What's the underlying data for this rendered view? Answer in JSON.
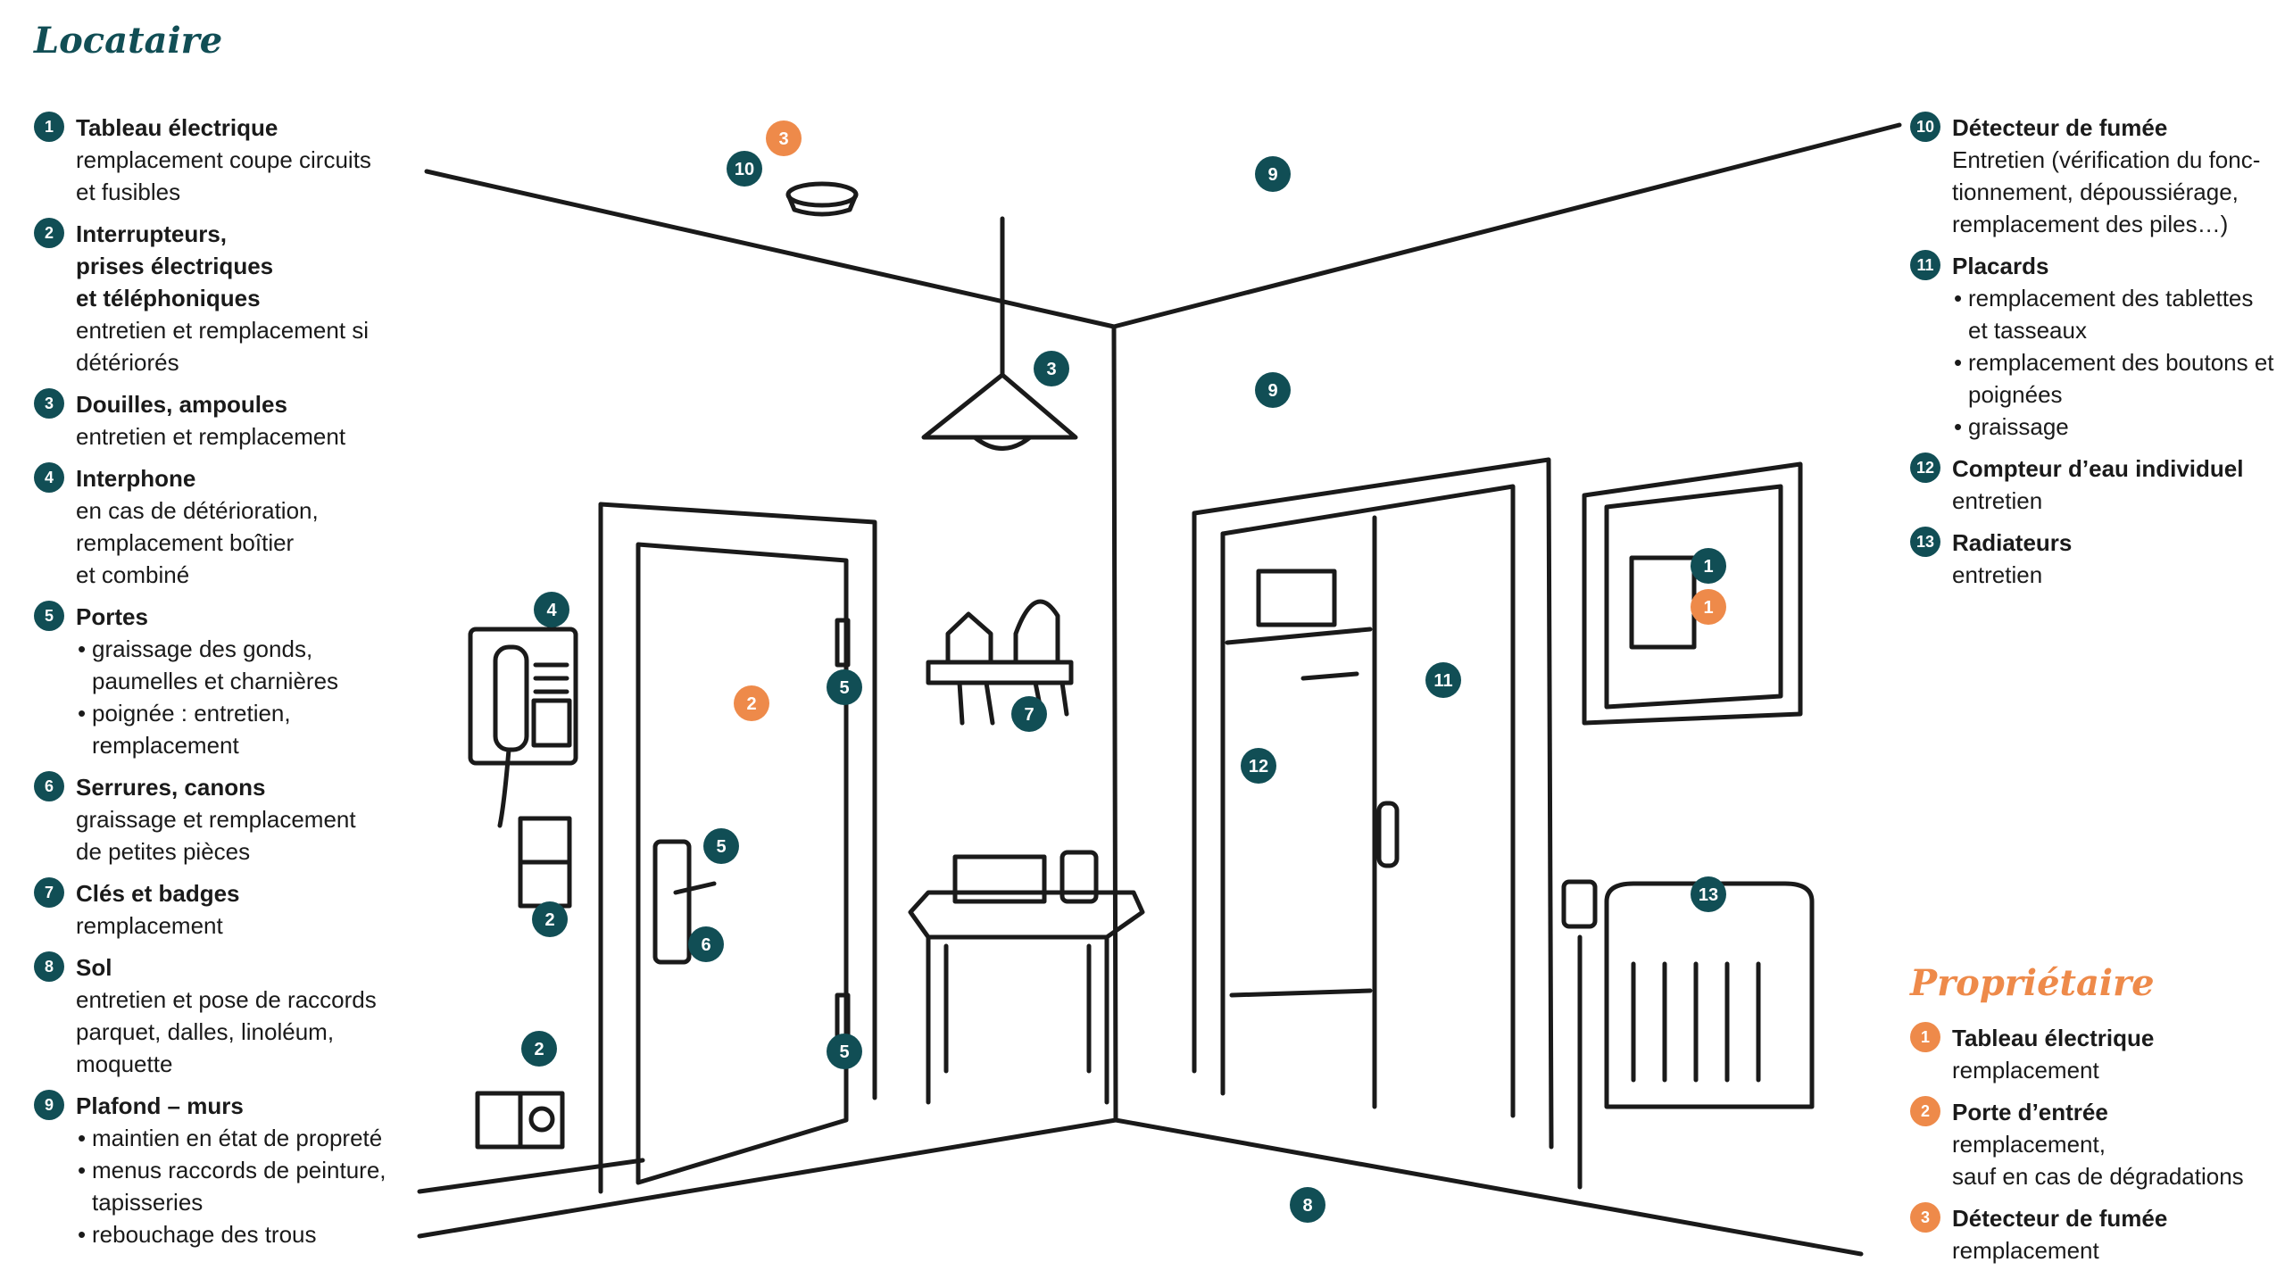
{
  "colors": {
    "teal": "#114e55",
    "orange": "#ee8a4a",
    "line": "#1a1a1a"
  },
  "locataire": {
    "title": "Locataire",
    "left_items": [
      {
        "num": "1",
        "title": "Tableau électrique",
        "desc": "remplacement coupe circuits\net fusibles"
      },
      {
        "num": "2",
        "title": "Interrupteurs,\nprises électriques\net téléphoniques",
        "desc": "entretien et remplacement si\ndétériorés"
      },
      {
        "num": "3",
        "title": "Douilles, ampoules",
        "desc": "entretien et remplacement"
      },
      {
        "num": "4",
        "title": "Interphone",
        "desc": "en cas de détérioration,\nremplacement boîtier\net combiné"
      },
      {
        "num": "5",
        "title": "Portes",
        "bullets": [
          "graissage des gonds,\npaumelles et charnières",
          "poignée : entretien,\nremplacement"
        ]
      },
      {
        "num": "6",
        "title": "Serrures, canons",
        "desc": "graissage et remplacement\nde petites pièces"
      },
      {
        "num": "7",
        "title": "Clés et badges",
        "desc": "remplacement"
      },
      {
        "num": "8",
        "title": "Sol",
        "desc": "entretien et pose de raccords\nparquet, dalles, linoléum,\nmoquette"
      },
      {
        "num": "9",
        "title": "Plafond – murs",
        "bullets": [
          "maintien en état de propreté",
          "menus raccords de peinture,\ntapisseries",
          "rebouchage des trous"
        ]
      }
    ],
    "right_items": [
      {
        "num": "10",
        "title": "Détecteur de fumée",
        "desc": "Entretien (vérification du fonc-\ntionnement, dépoussiérage,\nremplacement des piles…)"
      },
      {
        "num": "11",
        "title": "Placards",
        "bullets": [
          "remplacement des tablettes\net tasseaux",
          "remplacement des boutons et\npoignées",
          "graissage"
        ]
      },
      {
        "num": "12",
        "title": "Compteur d’eau individuel",
        "desc": "entretien"
      },
      {
        "num": "13",
        "title": "Radiateurs",
        "desc": "entretien"
      }
    ]
  },
  "proprietaire": {
    "title": "Propriétaire",
    "items": [
      {
        "num": "1",
        "title": "Tableau électrique",
        "desc": "remplacement"
      },
      {
        "num": "2",
        "title": "Porte d’entrée",
        "desc": "remplacement,\nsauf en cas de dégradations"
      },
      {
        "num": "3",
        "title": "Détecteur de fumée",
        "desc": "remplacement"
      }
    ]
  },
  "markers": [
    {
      "num": "3",
      "color": "orange"
    },
    {
      "num": "10",
      "color": "teal"
    },
    {
      "num": "9",
      "color": "teal"
    },
    {
      "num": "3",
      "color": "teal"
    },
    {
      "num": "9",
      "color": "teal"
    },
    {
      "num": "4",
      "color": "teal"
    },
    {
      "num": "2",
      "color": "orange"
    },
    {
      "num": "5",
      "color": "teal"
    },
    {
      "num": "7",
      "color": "teal"
    },
    {
      "num": "11",
      "color": "teal"
    },
    {
      "num": "12",
      "color": "teal"
    },
    {
      "num": "1",
      "color": "teal"
    },
    {
      "num": "1",
      "color": "orange"
    },
    {
      "num": "5",
      "color": "teal"
    },
    {
      "num": "6",
      "color": "teal"
    },
    {
      "num": "2",
      "color": "teal"
    },
    {
      "num": "13",
      "color": "teal"
    },
    {
      "num": "2",
      "color": "teal"
    },
    {
      "num": "5",
      "color": "teal"
    },
    {
      "num": "8",
      "color": "teal"
    }
  ]
}
